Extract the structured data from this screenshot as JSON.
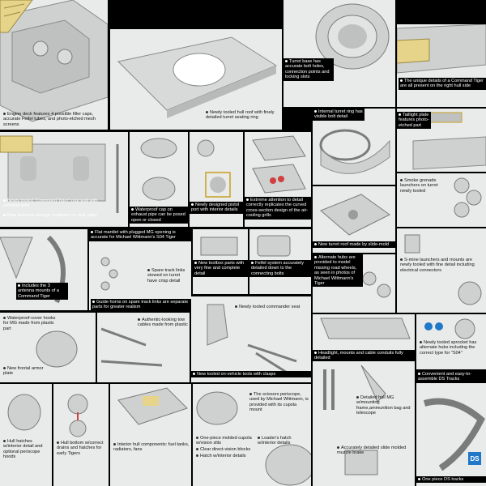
{
  "captions": {
    "engine_deck": "Engine deck features 4 possible filler caps, accurate Feifel tubes, and photo-etched mesh screens",
    "hull_roof": "Newly tooled hull roof with finely detailed turret seating ring",
    "turret_base": "Turret base has accurate bolt holes, connection points and locking slots",
    "command_details": "The unique details of a Command Tiger are all present on the right hull side",
    "turret_ring": "Internal turret ring has visible bolt detail",
    "taillight": "Taillight plate features photo-etched part",
    "rear_wall": "Newly tooled \"Command Tiger\" rear wall with antenna tube",
    "antenna_storage": "New antenna storage container on rear plate",
    "exhaust_cap": "Waterproof cap on exhaust pipe can be posed open or closed",
    "pistol_port": "Newly designed pistol port with interior details",
    "air_grills": "Extreme attention to detail correctly replicates the curved cross-section design of the air-cooling grills",
    "smoke_launchers": "Smoke grenade launchers on turret newly tooled",
    "turret_roof": "New turret roof made by slide-mold",
    "mantlet": "Flat mantlet with plugged MG opening is accurate for Michael Wittmann's S04 Tiger",
    "antenna_mounts": "Includes the 3 antenna mounts of a Command Tiger",
    "spare_track": "Spare track links stowed on turret have crisp detail",
    "guide_horns": "Guide horns on spare track links are separate parts for greater realism",
    "toolbox": "New toolbox parts with very fine and complete detail",
    "feifel": "Feifel system accurately detailed down to the connecting bolts",
    "alternate_hubs": "Alternate hubs are provided to model missing road wheels, as seen in photos of Michael Wittmann's Tiger",
    "smine": "S-mine launchers and mounts are newly tooled with fine detail including electrical connectors",
    "commander_seat": "Newly tooled commander seat",
    "mg_covers": "Waterproof-cover hooks for MG made from plastic part",
    "tow_cables": "Authentic-looking tow cables made from plastic",
    "frontal_armor": "New frontal armor plate",
    "vehicle_tools": "New tooled on-vehicle tools with clasps",
    "headlight": "Headlight, mounts and cable conduits fully detailed",
    "sprocket": "Newly tooled sprocket has alternate hubs including the correct type for \"S04\"",
    "ds_tracks_assemble": "Convenient and easy-to-assemble DS Tracks",
    "hull_hatches": "Hull hatches w/interior detail and optional periscope hoods",
    "hull_bottom": "Hull bottom w/correct drains and hatches for early Tigers",
    "interior_components": "Interior hull components: fuel tanks, radiators, fans",
    "cupola": "One-piece molded cupola w/vision slits",
    "vision_blocks": "Clear direct-vision blocks",
    "hatch_interior": "Hatch w/interior details",
    "periscope": "The scissors periscope, used by Michael Wittmann, is provided with its cupola mount",
    "loader_hatch": "Loader's hatch w/interior details",
    "hull_mg": "Detailed hull MG w/mounting frame,ammunition bag and telescope",
    "muzzle_brake": "Accurately detailed slide molded muzzle brake",
    "ds_tracks": "One piece DS tracks"
  },
  "logo": {
    "text": "DS"
  },
  "colors": {
    "background": "#000000",
    "panel": "#e9eaea",
    "part": "#cfd1d1",
    "edge": "#8a8c8c",
    "accent": "#1f78c8",
    "callout": "#c8a020"
  }
}
